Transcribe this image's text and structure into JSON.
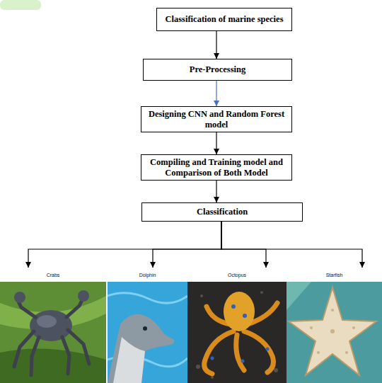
{
  "diagram": {
    "nodes": [
      {
        "text": [
          "Classification of marine species"
        ]
      },
      {
        "text": [
          "Pre-Processing"
        ]
      },
      {
        "text": [
          "Designing CNN and Random Forest model"
        ]
      },
      {
        "text": [
          "Compiling and Training model and Comparison of Both Model"
        ]
      },
      {
        "text": [
          "Classification"
        ]
      },
      {
        "text": [
          "Crabs"
        ]
      },
      {
        "text": [
          "Dolphin"
        ]
      },
      {
        "text": [
          "Octopus"
        ]
      },
      {
        "text": [
          "Starfish"
        ]
      }
    ],
    "edges": [
      {
        "from": 0,
        "to": 1,
        "arrow": "to"
      },
      {
        "from": 1,
        "to": 2,
        "arrow": "to"
      },
      {
        "from": 2,
        "to": 3,
        "arrow": "to"
      },
      {
        "from": 3,
        "to": 4,
        "arrow": "to"
      },
      {
        "from": 4,
        "to": 5,
        "arrow": "to"
      },
      {
        "from": 4,
        "to": 6,
        "arrow": "to"
      },
      {
        "from": 4,
        "to": 7,
        "arrow": "to"
      },
      {
        "from": 4,
        "to": 8,
        "arrow": "to"
      }
    ]
  }
}
